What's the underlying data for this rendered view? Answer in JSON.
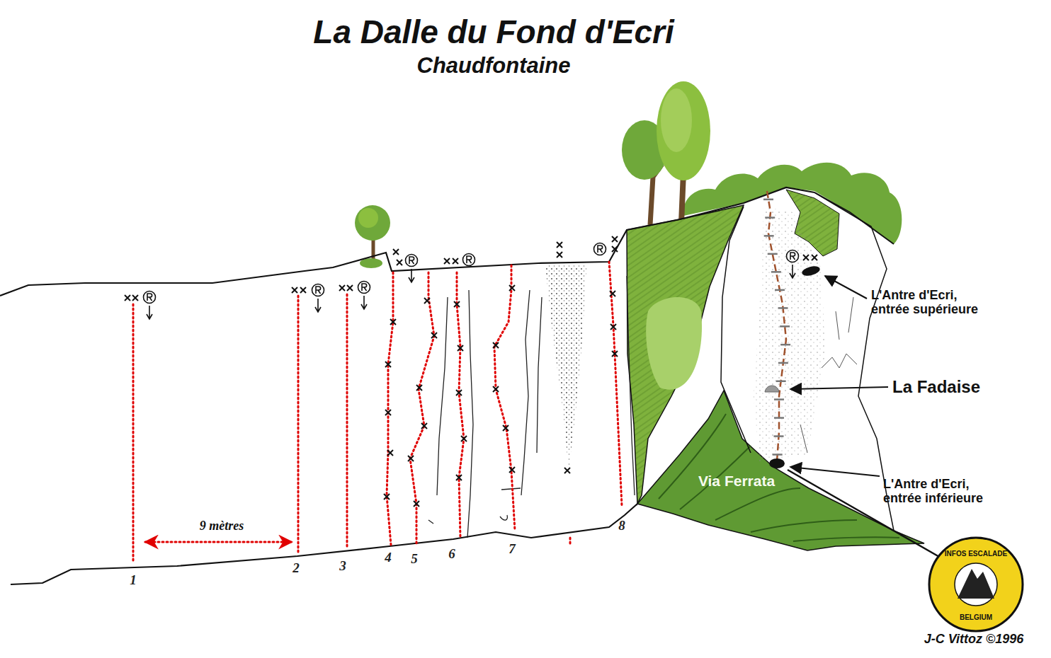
{
  "diagram": {
    "title": "La Dalle du Fond d'Ecri",
    "labels": [
      "Chaudfontaine",
      "9 mètres",
      "1",
      "2",
      "3",
      "4",
      "5",
      "6",
      "7",
      "8",
      "L'Antre d'Ecri, entrée supérieure",
      "La Fadaise",
      "Via Ferrata",
      "L'Antre d'Ecri, entrée inférieure",
      "INFOS ESCALADE",
      "BELGIUM",
      "J-C Vittoz ©1996"
    ]
  }
}
